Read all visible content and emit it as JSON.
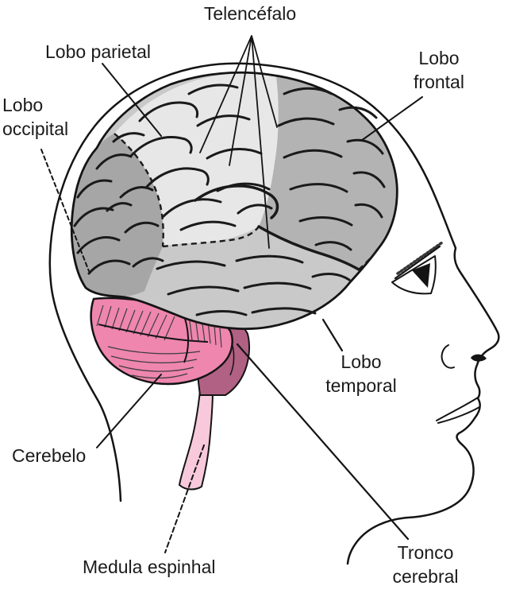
{
  "labels": {
    "telencefalo": {
      "text": "Telencéfalo"
    },
    "lobo_parietal": {
      "text": "Lobo parietal"
    },
    "lobo_frontal": {
      "lines": [
        "Lobo",
        "frontal"
      ]
    },
    "lobo_occipital": {
      "lines": [
        "Lobo",
        "occipital"
      ]
    },
    "lobo_temporal": {
      "lines": [
        "Lobo",
        "temporal"
      ]
    },
    "cerebelo": {
      "text": "Cerebelo"
    },
    "medula_espinhal": {
      "text": "Medula espinhal"
    },
    "tronco_cerebral": {
      "lines": [
        "Tronco",
        "cerebral"
      ]
    }
  },
  "colors": {
    "parietal": "#e7e7e7",
    "frontal": "#b3b3b3",
    "occipital": "#a6a6a6",
    "temporal": "#c9c9c9",
    "cerebellum": "#ee86ad",
    "brainstem": "#b16183",
    "spinal_cord": "#f8c9db",
    "outline": "#141414",
    "label_text": "#1b1b1b",
    "background": "#ffffff"
  }
}
